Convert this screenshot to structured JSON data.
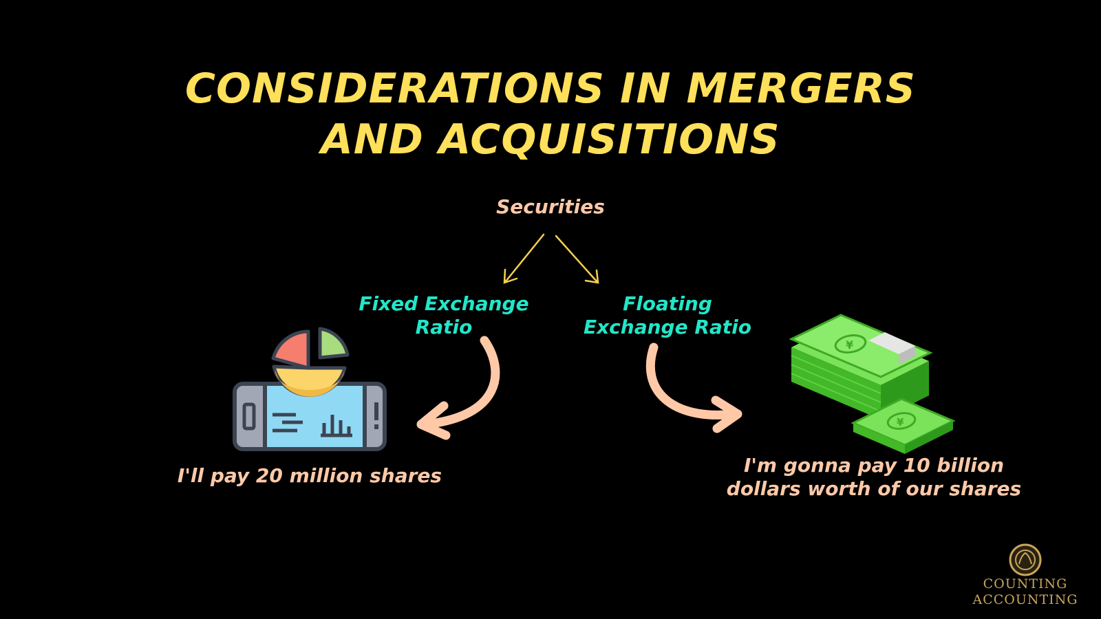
{
  "title": {
    "line1": "CONSIDERATIONS IN MERGERS",
    "line2": "AND ACQUISITIONS"
  },
  "diagram": {
    "root": "Securities",
    "left_branch": {
      "line1": "Fixed Exchange",
      "line2": "Ratio"
    },
    "right_branch": {
      "line1": "Floating",
      "line2": "Exchange Ratio"
    },
    "left_caption": "I'll pay 20 million shares",
    "right_caption": {
      "line1": "I'm gonna pay 10 billion",
      "line2": "dollars worth of our shares"
    }
  },
  "logo": {
    "line1": "COUNTING",
    "line2": "ACCOUNTING"
  },
  "icons": {
    "left": "stock-chart-tablet-icon",
    "right": "money-stack-icon"
  },
  "colors": {
    "background": "#000000",
    "title": "#FFE05A",
    "root": "#FFC9A8",
    "branch": "#22E6C8",
    "caption": "#FFC9A8",
    "small_arrow": "#F6D04D",
    "big_arrow": "#FFC9A8",
    "logo": "#C9A55C"
  }
}
